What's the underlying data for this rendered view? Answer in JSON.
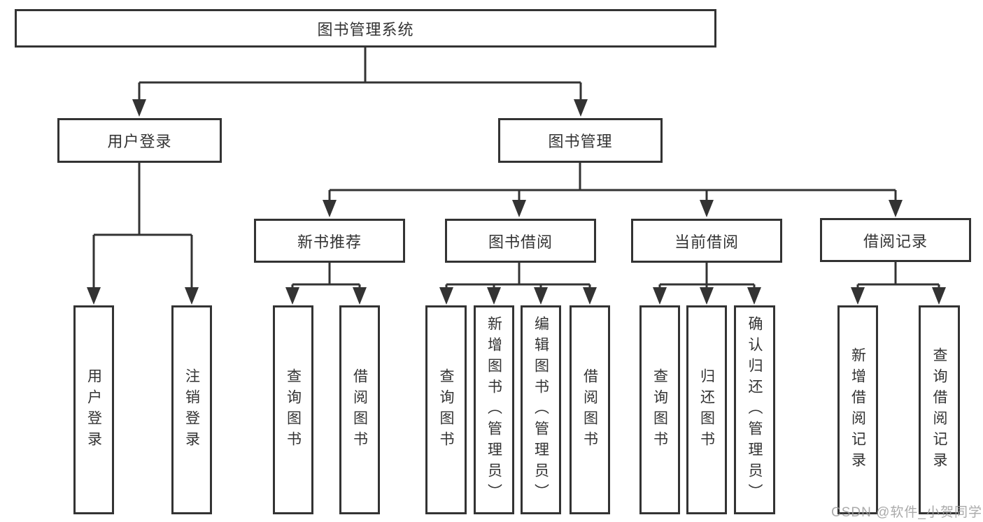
{
  "diagram": {
    "type": "hierarchy-tree",
    "root": "图书管理系统",
    "level2": [
      "用户登录",
      "图书管理"
    ],
    "level3": [
      "新书推荐",
      "图书借阅",
      "当前借阅",
      "借阅记录"
    ],
    "leaves": {
      "user_login": [
        "用户登录",
        "注销登录"
      ],
      "new_book": [
        "查询图书",
        "借阅图书"
      ],
      "book_borrow": [
        "查询图书",
        "新增图书（管理员）",
        "编辑图书（管理员）",
        "借阅图书"
      ],
      "current_borrow": [
        "查询图书",
        "归还图书",
        "确认归还（管理员）"
      ],
      "borrow_record": [
        "新增借阅记录",
        "查询借阅记录"
      ]
    },
    "hierarchy": [
      {
        "label": "图书管理系统",
        "children": [
          {
            "label": "用户登录",
            "children": [
              {
                "label": "用户登录"
              },
              {
                "label": "注销登录"
              }
            ]
          },
          {
            "label": "图书管理",
            "children": [
              {
                "label": "新书推荐",
                "children": [
                  {
                    "label": "查询图书"
                  },
                  {
                    "label": "借阅图书"
                  }
                ]
              },
              {
                "label": "图书借阅",
                "children": [
                  {
                    "label": "查询图书"
                  },
                  {
                    "label": "新增图书（管理员）"
                  },
                  {
                    "label": "编辑图书（管理员）"
                  },
                  {
                    "label": "借阅图书"
                  }
                ]
              },
              {
                "label": "当前借阅",
                "children": [
                  {
                    "label": "查询图书"
                  },
                  {
                    "label": "归还图书"
                  },
                  {
                    "label": "确认归还（管理员）"
                  }
                ]
              },
              {
                "label": "借阅记录",
                "children": [
                  {
                    "label": "新增借阅记录"
                  },
                  {
                    "label": "查询借阅记录"
                  }
                ]
              }
            ]
          }
        ]
      }
    ]
  },
  "watermark": "CSDN @软件_小贺同学",
  "colors": {
    "line": "#333333",
    "box_border": "#333333",
    "text": "#333333",
    "background": "#ffffff",
    "watermark": "#9b9b9b"
  }
}
